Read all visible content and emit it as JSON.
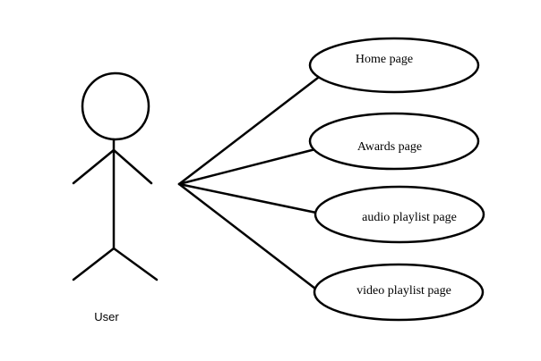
{
  "actor": {
    "label": "User"
  },
  "use_cases": [
    {
      "label": "Home page"
    },
    {
      "label": "Awards page"
    },
    {
      "label": "audio playlist page"
    },
    {
      "label": "video playlist page"
    }
  ],
  "colors": {
    "stroke": "#000000",
    "background": "#ffffff"
  }
}
